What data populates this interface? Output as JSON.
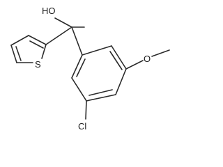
{
  "structure": {
    "atom_labels": {
      "hydroxyl": "HO",
      "sulfur": "S",
      "methoxy_oxygen": "O",
      "chlorine": "Cl"
    },
    "bond_color": "#2b2b2b",
    "label_color": "#1a1a1a"
  }
}
